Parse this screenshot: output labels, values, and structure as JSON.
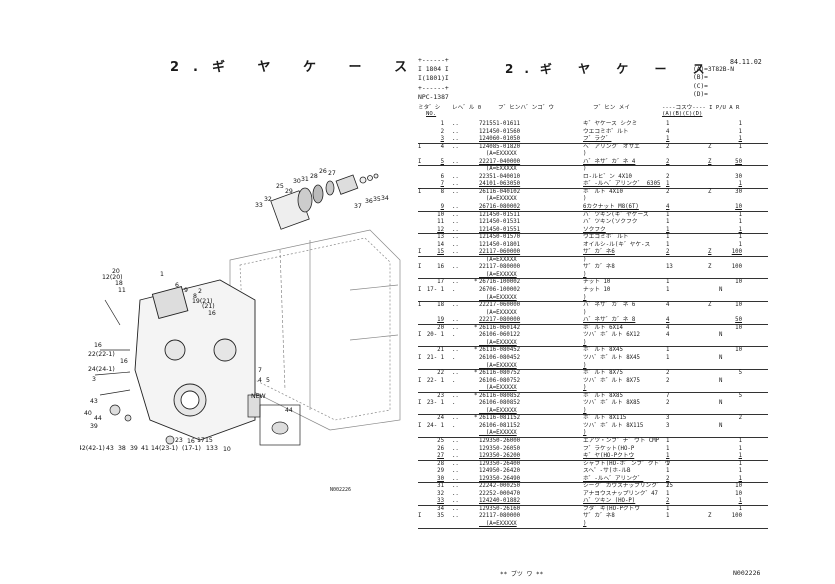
{
  "left": {
    "title": "2.ギ ヤ ケ ー ス",
    "code": "N002226",
    "callouts": [
      "25",
      "29",
      "30",
      "31",
      "28",
      "26",
      "27",
      "33",
      "32",
      "37",
      "36",
      "35",
      "34",
      "20",
      "12(20)",
      "18",
      "11",
      "1",
      "6",
      "9",
      "19(21)",
      "(21)",
      "8",
      "2",
      "16",
      "16",
      "22(22-1)",
      "24(24-1)",
      "3",
      "4",
      "5",
      "7",
      "43",
      "40",
      "44",
      "39",
      "23",
      "17",
      "15",
      "42(42-1)",
      "43",
      "38",
      "39",
      "41",
      "14",
      "(23-1)",
      "13",
      "10",
      "(17-1)",
      "NEW",
      "44",
      "16"
    ]
  },
  "header": {
    "box": "+------+\nI 1804 I\nI(1801)I\n+------+\nNPC-1387",
    "title": "2.ギ ヤ ケ ー ス",
    "date": "84.11.02",
    "apply": "(A)=3T82B-N\n(B)=\n(C)=\n(D)="
  },
  "columns": {
    "mark": "ミタ゛シ",
    "no": "NO.",
    "level": "レヘ゛ル 0",
    "part_no": "フ゛ヒンハ゛ンコ゛ウ",
    "name": "フ゛ヒン メイ",
    "qty": "----コスウ---- I P/U A R",
    "qty2": "(A)(B)(C)(D)"
  },
  "rows": [
    {
      "m": "",
      "no": "1",
      "lv": "..",
      "s": "",
      "pn": "721551-01611",
      "nm": "キ゛ヤケース シクミ",
      "q": "1",
      "i": "",
      "pu": "1",
      "ul": false
    },
    {
      "m": "",
      "no": "2",
      "lv": "..",
      "s": "",
      "pn": "121450-01560",
      "nm": "ウエコミホ゛ルト",
      "q": "4",
      "i": "",
      "pu": "1",
      "ul": false
    },
    {
      "m": "",
      "no": "3",
      "lv": "..",
      "s": "",
      "pn": "124060-01050",
      "nm": "フ゛ラク゛",
      "q": "1",
      "i": "",
      "pu": "1",
      "ul": true
    },
    {
      "m": "I",
      "no": "4",
      "lv": "..",
      "s": "",
      "pn": "124085-01820",
      "nm": "ヘ゛アリンク゛オサエ",
      "q": "2",
      "i": "Z",
      "pu": "1",
      "ul": false
    },
    {
      "m": "",
      "no": "",
      "lv": "",
      "s": "",
      "pn": "  (A=EXXXXX",
      "nm": ")",
      "q": "",
      "i": "",
      "pu": "",
      "ul": false
    },
    {
      "m": "I",
      "no": "5",
      "lv": "..",
      "s": "",
      "pn": "22217-040000",
      "nm": "ハ゛ネサ゛カ゛ネ 4",
      "q": "2",
      "i": "Z",
      "pu": "50",
      "ul": true
    },
    {
      "m": "",
      "no": "",
      "lv": "",
      "s": "",
      "pn": "  (A=EXXXXX",
      "nm": ")",
      "q": "",
      "i": "",
      "pu": "",
      "ul": false
    },
    {
      "m": "",
      "no": "6",
      "lv": "..",
      "s": "",
      "pn": "22351-040010",
      "nm": "ロ-ルヒ゛ン 4X10",
      "q": "2",
      "i": "",
      "pu": "30",
      "ul": false
    },
    {
      "m": "",
      "no": "7",
      "lv": "..",
      "s": "",
      "pn": "24101-063050",
      "nm": "ホ゛-ルヘ゛アリンク゛ 6305",
      "q": "1",
      "i": "",
      "pu": "1",
      "ul": true
    },
    {
      "m": "I",
      "no": "8",
      "lv": "..",
      "s": "",
      "pn": "26116-040102",
      "nm": "ホ゛ルト 4X10",
      "q": "2",
      "i": "Z",
      "pu": "30",
      "ul": false
    },
    {
      "m": "",
      "no": "",
      "lv": "",
      "s": "",
      "pn": "  (A=EXXXXX",
      "nm": ")",
      "q": "",
      "i": "",
      "pu": "",
      "ul": false
    },
    {
      "m": "",
      "no": "9",
      "lv": "..",
      "s": "",
      "pn": "26716-080002",
      "nm": "6カクナット M8(6T)",
      "q": "4",
      "i": "",
      "pu": "10",
      "ul": true
    },
    {
      "m": "",
      "no": "10",
      "lv": "..",
      "s": "",
      "pn": "121450-01511",
      "nm": "ハ゛ツキン(キ゛ヤケース",
      "q": "1",
      "i": "",
      "pu": "1",
      "ul": false
    },
    {
      "m": "",
      "no": "11",
      "lv": "..",
      "s": "",
      "pn": "121450-01531",
      "nm": "ハ゛ツキン(ソクフク",
      "q": "1",
      "i": "",
      "pu": "1",
      "ul": false
    },
    {
      "m": "",
      "no": "12",
      "lv": "..",
      "s": "",
      "pn": "121450-01551",
      "nm": "ソクフク",
      "q": "1",
      "i": "",
      "pu": "1",
      "ul": true
    },
    {
      "m": "",
      "no": "13",
      "lv": "..",
      "s": "",
      "pn": "121450-01570",
      "nm": "ウエコミホ゛ルト",
      "q": "1",
      "i": "",
      "pu": "1",
      "ul": false
    },
    {
      "m": "",
      "no": "14",
      "lv": "..",
      "s": "",
      "pn": "121450-01801",
      "nm": "オイルシ-ル(キ゛ヤケ-ス",
      "q": "1",
      "i": "",
      "pu": "1",
      "ul": false
    },
    {
      "m": "I",
      "no": "15",
      "lv": "..",
      "s": "",
      "pn": "22117-060000",
      "nm": "サ゛カ゛ネ6",
      "q": "2",
      "i": "Z",
      "pu": "100",
      "ul": true
    },
    {
      "m": "",
      "no": "",
      "lv": "",
      "s": "",
      "pn": "  (A=EXXXXX",
      "nm": ")",
      "q": "",
      "i": "",
      "pu": "",
      "ul": false
    },
    {
      "m": "I",
      "no": "16",
      "lv": "..",
      "s": "",
      "pn": "22117-080000",
      "nm": "サ゛カ゛ネ8",
      "q": "13",
      "i": "Z",
      "pu": "100",
      "ul": false
    },
    {
      "m": "",
      "no": "",
      "lv": "",
      "s": "",
      "pn": "  (A=EXXXXX",
      "nm": ")",
      "q": "",
      "i": "",
      "pu": "",
      "ul": true
    },
    {
      "m": "",
      "no": "17",
      "lv": "..",
      "s": "*",
      "pn": "26716-100002",
      "nm": "ナット 10",
      "q": "1",
      "i": "",
      "pu": "10",
      "ul": false
    },
    {
      "m": "I",
      "no": "17- 1",
      "lv": ".",
      "s": "",
      "pn": "26706-100002",
      "nm": "ナット 10",
      "q": "1",
      "i": "N",
      "pu": "",
      "ul": false
    },
    {
      "m": "",
      "no": "",
      "lv": "",
      "s": "",
      "pn": "  (A=EXXXXX",
      "nm": ")",
      "q": "",
      "i": "",
      "pu": "",
      "ul": true
    },
    {
      "m": "I",
      "no": "18",
      "lv": "..",
      "s": "",
      "pn": "22217-060000",
      "nm": "ハ゛ネサ゛カ゛ネ 6",
      "q": "4",
      "i": "Z",
      "pu": "10",
      "ul": false
    },
    {
      "m": "",
      "no": "",
      "lv": "",
      "s": "",
      "pn": "  (A=EXXXXX",
      "nm": ")",
      "q": "",
      "i": "",
      "pu": "",
      "ul": false
    },
    {
      "m": "",
      "no": "19",
      "lv": "..",
      "s": "",
      "pn": "22217-080000",
      "nm": "ハ゛ネサ゛カ゛ネ 8",
      "q": "4",
      "i": "",
      "pu": "50",
      "ul": true
    },
    {
      "m": "",
      "no": "20",
      "lv": "..",
      "s": "*",
      "pn": "26116-060142",
      "nm": "ホ゛ルト 6X14",
      "q": "4",
      "i": "",
      "pu": "10",
      "ul": false
    },
    {
      "m": "I",
      "no": "20- 1",
      "lv": ".",
      "s": "",
      "pn": "26106-060122",
      "nm": "ツハ゛ホ゛ルト 6X12",
      "q": "4",
      "i": "N",
      "pu": "",
      "ul": false
    },
    {
      "m": "",
      "no": "",
      "lv": "",
      "s": "",
      "pn": "  (A=EXXXXX",
      "nm": ")",
      "q": "",
      "i": "",
      "pu": "",
      "ul": true
    },
    {
      "m": "",
      "no": "21",
      "lv": "..",
      "s": "*",
      "pn": "26116-080452",
      "nm": "ホ゛ルト 8X45",
      "q": "1",
      "i": "",
      "pu": "10",
      "ul": false
    },
    {
      "m": "I",
      "no": "21- 1",
      "lv": ".",
      "s": "",
      "pn": "26106-080452",
      "nm": "ツハ゛ホ゛ルト 8X45",
      "q": "1",
      "i": "N",
      "pu": "",
      "ul": false
    },
    {
      "m": "",
      "no": "",
      "lv": "",
      "s": "",
      "pn": "  (A=EXXXXX",
      "nm": ")",
      "q": "",
      "i": "",
      "pu": "",
      "ul": true
    },
    {
      "m": "",
      "no": "22",
      "lv": "..",
      "s": "*",
      "pn": "26116-080752",
      "nm": "ホ゛ルト 8X75",
      "q": "2",
      "i": "",
      "pu": "5",
      "ul": false
    },
    {
      "m": "I",
      "no": "22- 1",
      "lv": ".",
      "s": "",
      "pn": "26106-080752",
      "nm": "ツハ゛ホ゛ルト 8X75",
      "q": "2",
      "i": "N",
      "pu": "",
      "ul": false
    },
    {
      "m": "",
      "no": "",
      "lv": "",
      "s": "",
      "pn": "  (A=EXXXXX",
      "nm": ")",
      "q": "",
      "i": "",
      "pu": "",
      "ul": true
    },
    {
      "m": "",
      "no": "23",
      "lv": "..",
      "s": "*",
      "pn": "26116-080852",
      "nm": "ホ゛ルト 8X85",
      "q": "7",
      "i": "",
      "pu": "5",
      "ul": false
    },
    {
      "m": "I",
      "no": "23- 1",
      "lv": ".",
      "s": "",
      "pn": "26106-080852",
      "nm": "ツハ゛ホ゛ルト 8X85",
      "q": "2",
      "i": "N",
      "pu": "",
      "ul": false
    },
    {
      "m": "",
      "no": "",
      "lv": "",
      "s": "",
      "pn": "  (A=EXXXXX",
      "nm": ")",
      "q": "",
      "i": "",
      "pu": "",
      "ul": true
    },
    {
      "m": "",
      "no": "24",
      "lv": "..",
      "s": "*",
      "pn": "26116-081152",
      "nm": "ホ゛ルト 8X115",
      "q": "3",
      "i": "",
      "pu": "2",
      "ul": false
    },
    {
      "m": "I",
      "no": "24- 1",
      "lv": ".",
      "s": "",
      "pn": "26106-081152",
      "nm": "ツハ゛ホ゛ルト 8X115",
      "q": "3",
      "i": "N",
      "pu": "",
      "ul": false
    },
    {
      "m": "",
      "no": "",
      "lv": "",
      "s": "",
      "pn": "  (A=EXXXXX",
      "nm": ")",
      "q": "",
      "i": "",
      "pu": "",
      "ul": true
    },
    {
      "m": "",
      "no": "25",
      "lv": "..",
      "s": "",
      "pn": "129350-26000",
      "nm": "エアツ・ンフ゜ナ゛ウト CMP",
      "q": "1",
      "i": "",
      "pu": "1",
      "ul": false
    },
    {
      "m": "",
      "no": "26",
      "lv": "..",
      "s": "",
      "pn": "129350-26050",
      "nm": "フ゛ラケット(HO-P",
      "q": "1",
      "i": "",
      "pu": "1",
      "ul": false
    },
    {
      "m": "",
      "no": "27",
      "lv": "..",
      "s": "",
      "pn": "129350-26200",
      "nm": "キ゛ヤ(HO-Pクトウ",
      "q": "1",
      "i": "",
      "pu": "1",
      "ul": true
    },
    {
      "m": "",
      "no": "28",
      "lv": "..",
      "s": "",
      "pn": "129350-26400",
      "nm": "シャフト(HO-ホ゛ンフ゜クト゛ウ",
      "q": "1",
      "i": "",
      "pu": "1",
      "ul": false
    },
    {
      "m": "",
      "no": "29",
      "lv": "..",
      "s": "",
      "pn": "124950-26420",
      "nm": "スヘ゜-サ(ホ-ルB",
      "q": "1",
      "i": "",
      "pu": "1",
      "ul": false
    },
    {
      "m": "",
      "no": "30",
      "lv": "..",
      "s": "",
      "pn": "129350-26490",
      "nm": "ホ゛-ルヘ゛アリンク゛",
      "q": "2",
      "i": "",
      "pu": "1",
      "ul": true
    },
    {
      "m": "",
      "no": "31",
      "lv": "..",
      "s": "",
      "pn": "22242-000250",
      "nm": "シーク゛カウスナップリンク゛ 25",
      "q": "1",
      "i": "",
      "pu": "10",
      "ul": false
    },
    {
      "m": "",
      "no": "32",
      "lv": "..",
      "s": "",
      "pn": "22252-000470",
      "nm": "アナヨウスナップリンク゛47",
      "q": "1",
      "i": "",
      "pu": "10",
      "ul": false
    },
    {
      "m": "",
      "no": "33",
      "lv": "..",
      "s": "",
      "pn": "124240-01882",
      "nm": "ハ゛ツキン (HO-P)",
      "q": "2",
      "i": "",
      "pu": "1",
      "ul": true
    },
    {
      "m": "",
      "no": "34",
      "lv": "..",
      "s": "",
      "pn": "129350-26160",
      "nm": "フタ゛キ(HO-Pクトウ",
      "q": "1",
      "i": "",
      "pu": "1",
      "ul": false
    },
    {
      "m": "I",
      "no": "35",
      "lv": "..",
      "s": "",
      "pn": "22117-080000",
      "nm": "サ゛カ゛ネ8",
      "q": "1",
      "i": "Z",
      "pu": "100",
      "ul": false
    },
    {
      "m": "",
      "no": "",
      "lv": "",
      "s": "",
      "pn": "  (A=EXXXXX",
      "nm": ")",
      "q": "",
      "i": "",
      "pu": "",
      "ul": true
    }
  ],
  "footer": {
    "end": "** ブツ ワ **",
    "code": "N002226"
  }
}
